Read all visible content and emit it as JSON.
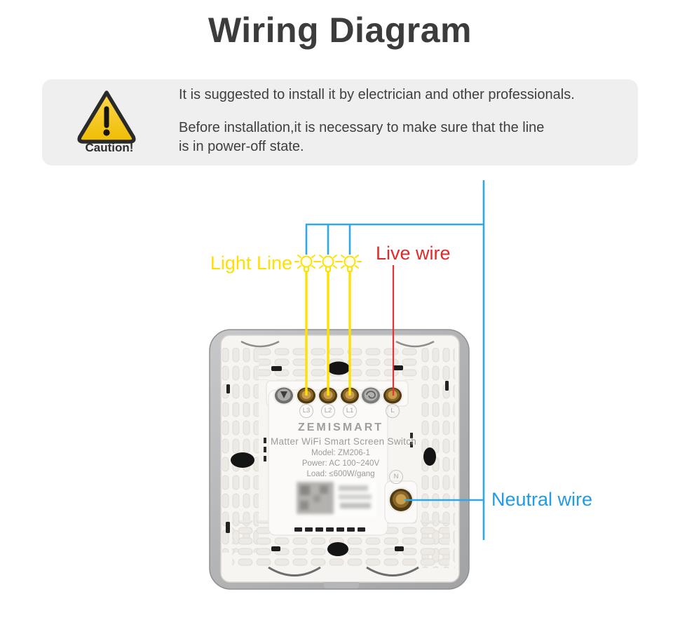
{
  "page": {
    "title": "Wiring Diagram"
  },
  "caution": {
    "label": "Caution!",
    "line1": "It is suggested to install it by electrician and other professionals.",
    "line2": "Before installation,it is necessary to make sure that the line",
    "line3": "is in power-off state."
  },
  "diagram": {
    "light_line_label": "Light Line",
    "live_wire_label": "Live wire",
    "neutral_wire_label": "Neutral wire",
    "device": {
      "brand": "ZEMISMART",
      "product_name": "Matter WiFi Smart Screen Switch",
      "model": "Model: ZM206-1",
      "power": "Power: AC 100~240V",
      "load": "Load: ≤600W/gang",
      "terminals": [
        "L3",
        "L2",
        "L1",
        "L"
      ],
      "neutral_terminal": "N"
    },
    "colors": {
      "live_wire_red": "#e02a2a",
      "neutral_wire_blue": "#2fa8e8",
      "light_line_yellow": "#ffdf00",
      "warning_yellow": "#f2c511"
    }
  }
}
